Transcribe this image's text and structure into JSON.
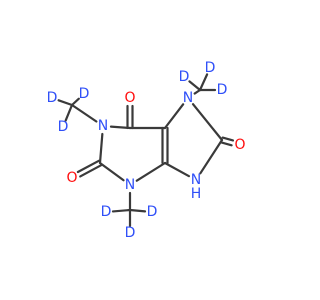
{
  "molecule": {
    "colors": {
      "bond": "#3a3a3a",
      "N": "#3050f8",
      "O": "#ff0d0d",
      "D": "#3050f8",
      "H": "#3050f8",
      "C": "#3a3a3a"
    },
    "labels": {
      "O6": "O",
      "O2": "O",
      "O8": "O",
      "N1": "N",
      "N3": "N",
      "N7": "N",
      "N9": "N",
      "H9": "H",
      "D1a": "D",
      "D1b": "D",
      "D1c": "D",
      "D7a": "D",
      "D7b": "D",
      "D7c": "D",
      "D3a": "D",
      "D3b": "D",
      "D3c": "D"
    }
  }
}
